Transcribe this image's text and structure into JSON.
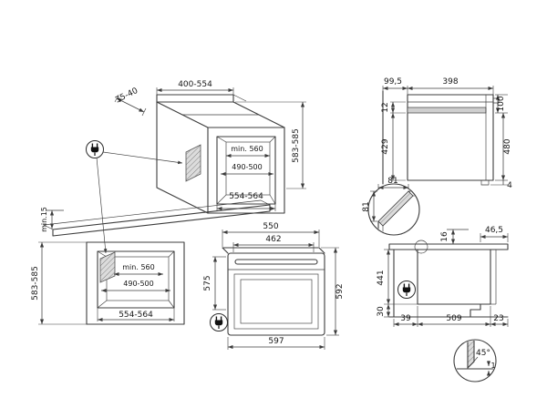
{
  "colors": {
    "line": "#3c3c3c",
    "text": "#161616",
    "shade": "#d9d9d9"
  },
  "iso": {
    "col_top_width": "400-554",
    "col_top_depth": "35-40",
    "col_niche_depth": "min. 560",
    "col_niche_width": "490-500",
    "col_niche_front": "554-564",
    "col_height": "583-585",
    "base_min_gap": "min.15",
    "base_height": "583-585",
    "base_niche_depth": "min. 560",
    "base_niche_width": "490-500",
    "base_niche_front": "554-564"
  },
  "front": {
    "top_width": "550",
    "inner_width": "462",
    "left_depth": "575",
    "right_height": "592",
    "bottom_width": "597"
  },
  "side": {
    "back_gap": "99,5",
    "body_depth": "398",
    "panel_height": "100",
    "top_inset": "12",
    "back_height": "429",
    "front_height": "480",
    "foot_gap": "4"
  },
  "corner": {
    "horizontal": "81",
    "vertical": "81"
  },
  "under": {
    "top_gap": "16",
    "front_offset": "46,5",
    "cavity_height": "441",
    "plinth_height": "30",
    "back_gap": "39",
    "depth": "509",
    "front_gap": "23"
  },
  "plinth": {
    "angle": "45°",
    "floor_gap": "1"
  }
}
